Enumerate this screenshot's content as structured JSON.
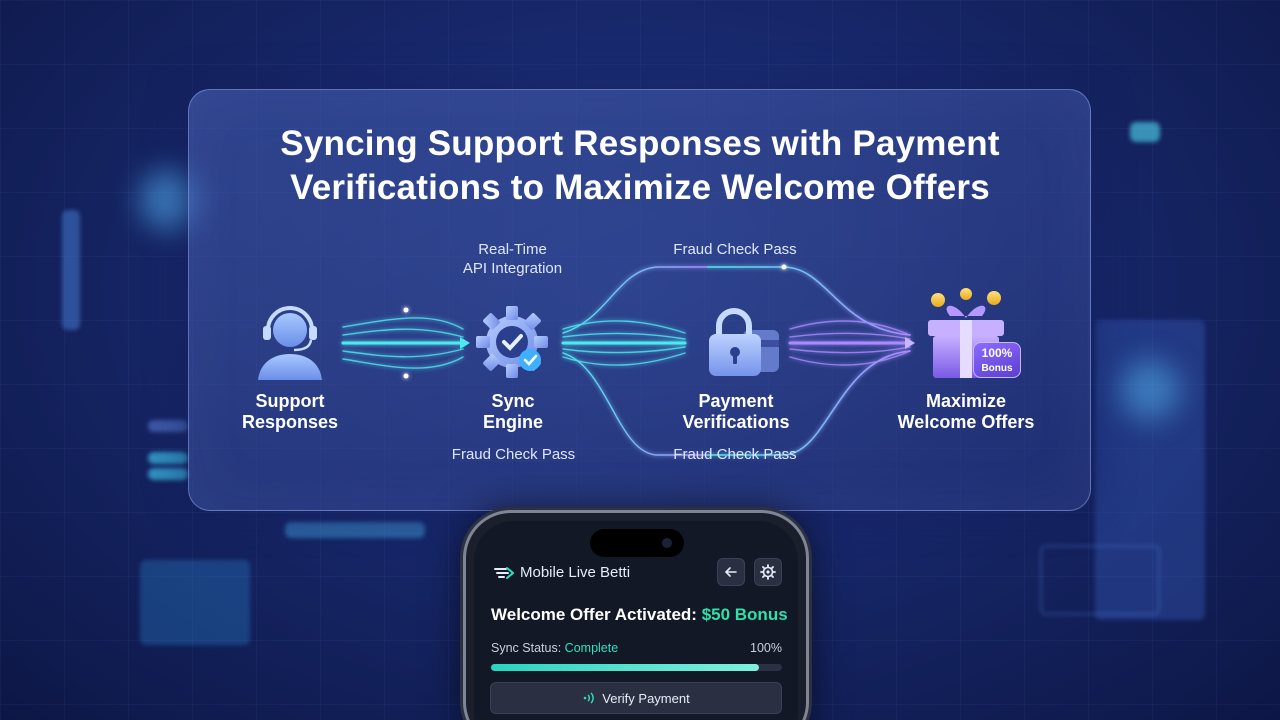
{
  "panel": {
    "title_line1": "Syncing Support Responses with Payment",
    "title_line2": "Verifications to Maximize Welcome Offers"
  },
  "flow": {
    "nodes": [
      {
        "label_line1": "Support",
        "label_line2": "Responses",
        "icon": "support-agent-icon"
      },
      {
        "label_line1": "Sync",
        "label_line2": "Engine",
        "icon": "sync-gear-icon"
      },
      {
        "label_line1": "Payment",
        "label_line2": "Verifications",
        "icon": "padlock-card-icon"
      },
      {
        "label_line1": "Maximize",
        "label_line2": "Welcome Offers",
        "icon": "gift-box-icon"
      }
    ],
    "annotations": {
      "api_line1": "Real-Time",
      "api_line2": "API Integration",
      "fraud_top": "Fraud Check Pass",
      "fraud_bottom_left": "Fraud Check Pass",
      "fraud_bottom_right": "Fraud Check Pass"
    },
    "gift_badge_line1": "100%",
    "gift_badge_line2": "Bonus",
    "colors": {
      "cyan": "#4ee8f0",
      "violet": "#a98bff",
      "icon_blue": "#8fb4ff"
    }
  },
  "phone": {
    "app_title": "Mobile Live Betti",
    "offer_prefix": "Welcome Offer Activated:",
    "offer_bonus": "$50 Bonus",
    "sync_label": "Sync Status:",
    "sync_value": "Complete",
    "sync_percent": "100%",
    "sync_progress": 0.92,
    "verify_label": "Verify Payment",
    "accent": "#2fe0a8"
  }
}
